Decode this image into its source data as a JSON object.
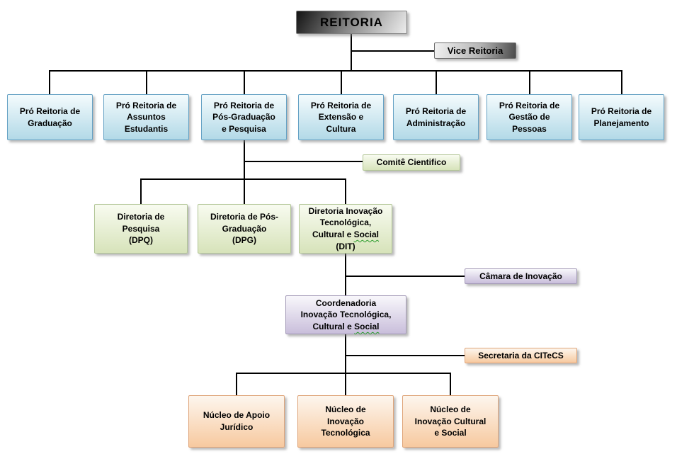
{
  "colors": {
    "line": "#000000",
    "blue_border": "#64a1c4",
    "blue_top": "#f4fbfd",
    "blue_bottom": "#b2d9e7",
    "green_border": "#b2c696",
    "green_top": "#f8fbf0",
    "green_bottom": "#d7e3ba",
    "purple_border": "#a49bb8",
    "purple_top": "#f8f7fb",
    "purple_bottom": "#c9bedb",
    "orange_border": "#dfa57a",
    "orange_top": "#fdf6ee",
    "orange_bottom": "#f7c99f",
    "squiggle": "#2e9e2e"
  },
  "org": {
    "root": {
      "label": "REITORIA"
    },
    "vice": {
      "label": "Vice Reitoria"
    },
    "pro_reitorias": [
      {
        "lines": [
          "Pró Reitoria de",
          "Graduação"
        ]
      },
      {
        "lines": [
          "Pró Reitoria de",
          "Assuntos",
          "Estudantis"
        ]
      },
      {
        "lines": [
          "Pró Reitoria de",
          "Pós-Graduação",
          "e Pesquisa"
        ]
      },
      {
        "lines": [
          "Pró Reitoria de",
          "Extensão e",
          "Cultura"
        ]
      },
      {
        "lines": [
          "Pró Reitoria de",
          "Administração"
        ]
      },
      {
        "lines": [
          "Pró Reitoria de",
          "Gestão de",
          "Pessoas"
        ]
      },
      {
        "lines": [
          "Pró Reitoria de",
          "Planejamento"
        ]
      }
    ],
    "comite": {
      "label": "Comitê Cientifico"
    },
    "diretorias": [
      {
        "lines": [
          "Diretoria de",
          "Pesquisa",
          "(DPQ)"
        ]
      },
      {
        "lines": [
          "Diretoria de Pós-",
          "Graduação",
          "(DPG)"
        ]
      },
      {
        "lines": [
          "Diretoria Inovação",
          "Tecnológica,"
        ],
        "squiggle_pre": "Cultural e",
        "squiggle_word": "Social",
        "acronym": "(DIT)"
      }
    ],
    "camara": {
      "label": "Câmara de Inovação"
    },
    "coordenadoria": {
      "lines": [
        "Coordenadoria",
        "Inovação Tecnológica,"
      ],
      "squiggle_pre": "Cultural e",
      "squiggle_word": "Social"
    },
    "secretaria": {
      "label": "Secretaria da CITeCS"
    },
    "nucleos": [
      {
        "lines": [
          "Núcleo de Apoio",
          "Jurídico"
        ]
      },
      {
        "lines": [
          "Núcleo de",
          "Inovação",
          "Tecnológica"
        ]
      },
      {
        "lines": [
          "Núcleo de",
          "Inovação Cultural",
          "e Social"
        ]
      }
    ]
  }
}
